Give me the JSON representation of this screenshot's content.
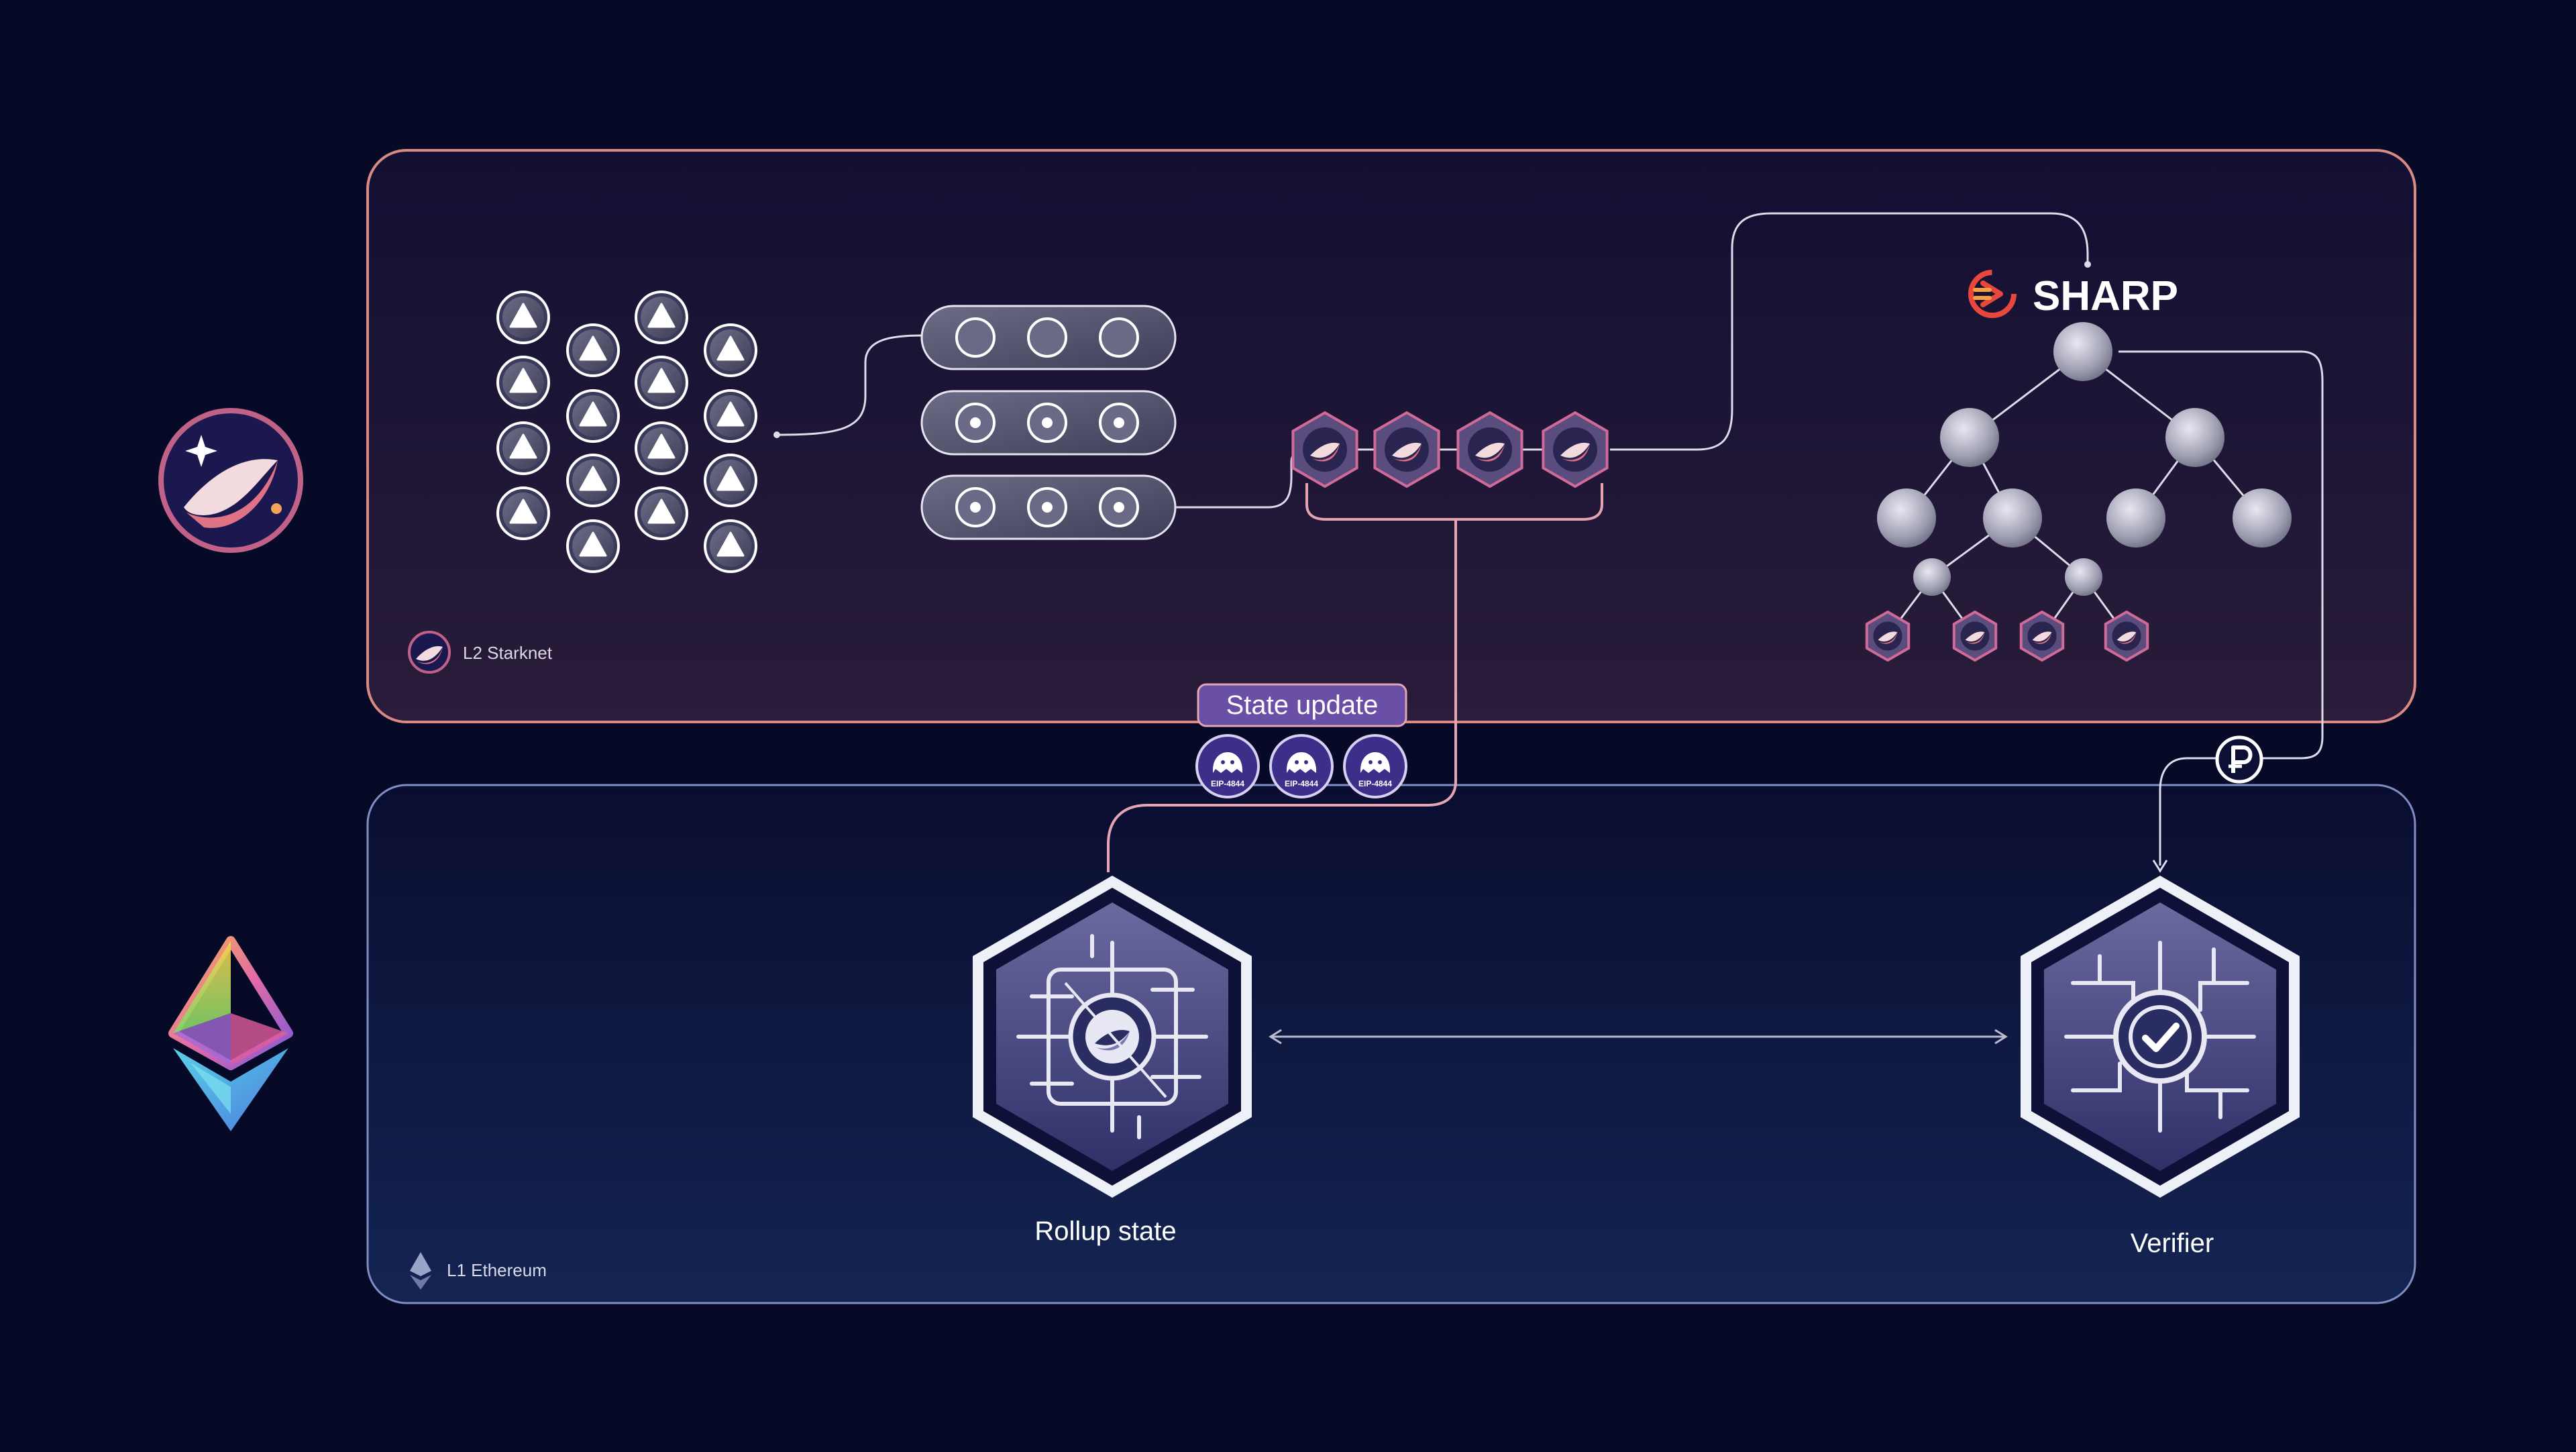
{
  "l2": {
    "label": "L2 Starknet",
    "sharp_label": "SHARP",
    "state_update_label": "State update",
    "blob_labels": [
      "EIP-4844",
      "EIP-4844",
      "EIP-4844"
    ]
  },
  "l1": {
    "label": "L1 Ethereum",
    "rollup_label": "Rollup state",
    "verifier_label": "Verifier"
  },
  "colors": {
    "background": "#070a26",
    "l2_border": "#d98a84",
    "l1_border": "#7f8fc4",
    "line": "#dcdcea",
    "pink_line": "#e3a5b3",
    "state_update_fill": "#6a4fa6",
    "node": "#a8a8b8"
  },
  "icons": [
    "starknet-logo-icon",
    "ethereum-logo-icon",
    "sharp-logo-icon",
    "proof-p-icon",
    "blob-ghost-icon",
    "checkmark-icon"
  ]
}
